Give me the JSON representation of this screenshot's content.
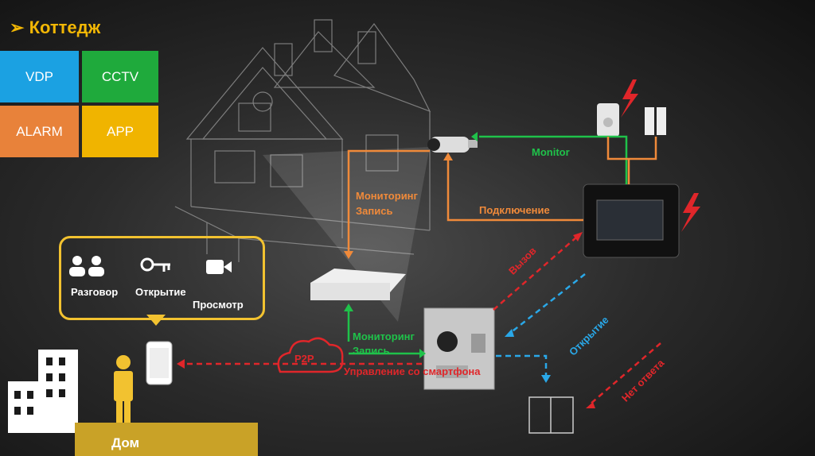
{
  "header": {
    "bullet": "➢",
    "title": "Коттедж"
  },
  "tiles": [
    {
      "label": "VDP",
      "color": "#1ba1e2"
    },
    {
      "label": "CCTV",
      "color": "#1faa3c"
    },
    {
      "label": "ALARM",
      "color": "#e8823a"
    },
    {
      "label": "APP",
      "color": "#f0b400"
    }
  ],
  "bubble": {
    "items": [
      {
        "label": "Разговор",
        "icon": "users-icon"
      },
      {
        "label": "Открытие",
        "icon": "key-icon"
      },
      {
        "label": "Просмотр",
        "icon": "video-camera-icon"
      }
    ]
  },
  "flow_labels": {
    "monitor": "Monitor",
    "monitoring_record_1": "Мониторинг",
    "monitoring_record_2": "Запись",
    "connection": "Подключение",
    "monitoring2": "Мониторинг",
    "record2": "Запись",
    "smartphone_control": "Управление со смартфона",
    "call": "Вызов",
    "open": "Открытие",
    "no_answer": "Нет ответа",
    "p2p": "P2P"
  },
  "home_label": "Дом",
  "colors": {
    "green": "#1fc24a",
    "orange": "#f08a3a",
    "red": "#e0262a",
    "blue": "#2aa8e8",
    "yellow": "#f2c230"
  }
}
